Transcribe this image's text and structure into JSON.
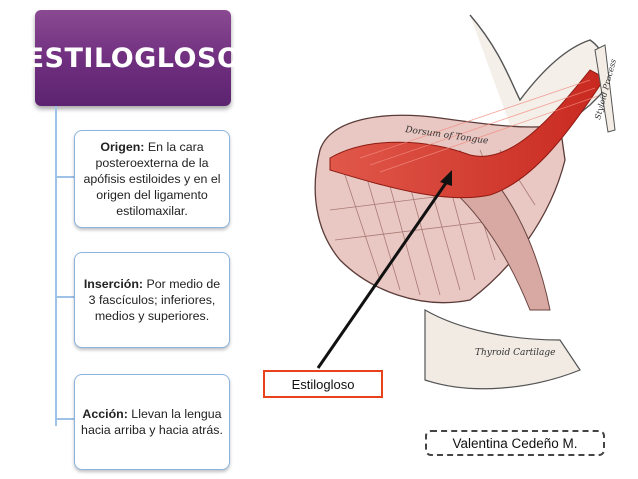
{
  "title": "ESTILOGLOSO",
  "cards": [
    {
      "heading": "Origen:",
      "text": " En la cara posteroexterna de la apófisis estiloides y en el origen del ligamento estilomaxilar."
    },
    {
      "heading": "Inserción:",
      "text": " Por medio de 3 fascículos; inferiores, medios y superiores."
    },
    {
      "heading": "Acción:",
      "text": " Llevan la lengua hacia arriba y hacia atrás."
    }
  ],
  "figure": {
    "text_dorsum": "Dorsum of Tongue",
    "text_thyroid": "Thyroid Cartilage",
    "text_styloid": "Styloid Process",
    "label": "Estilogloso"
  },
  "author": "Valentina Cedeño M.",
  "colors": {
    "title_bg": "#6e2e7e",
    "card_border": "#8db4df",
    "label_border": "#e8421c",
    "muscle": "#d9352b"
  }
}
